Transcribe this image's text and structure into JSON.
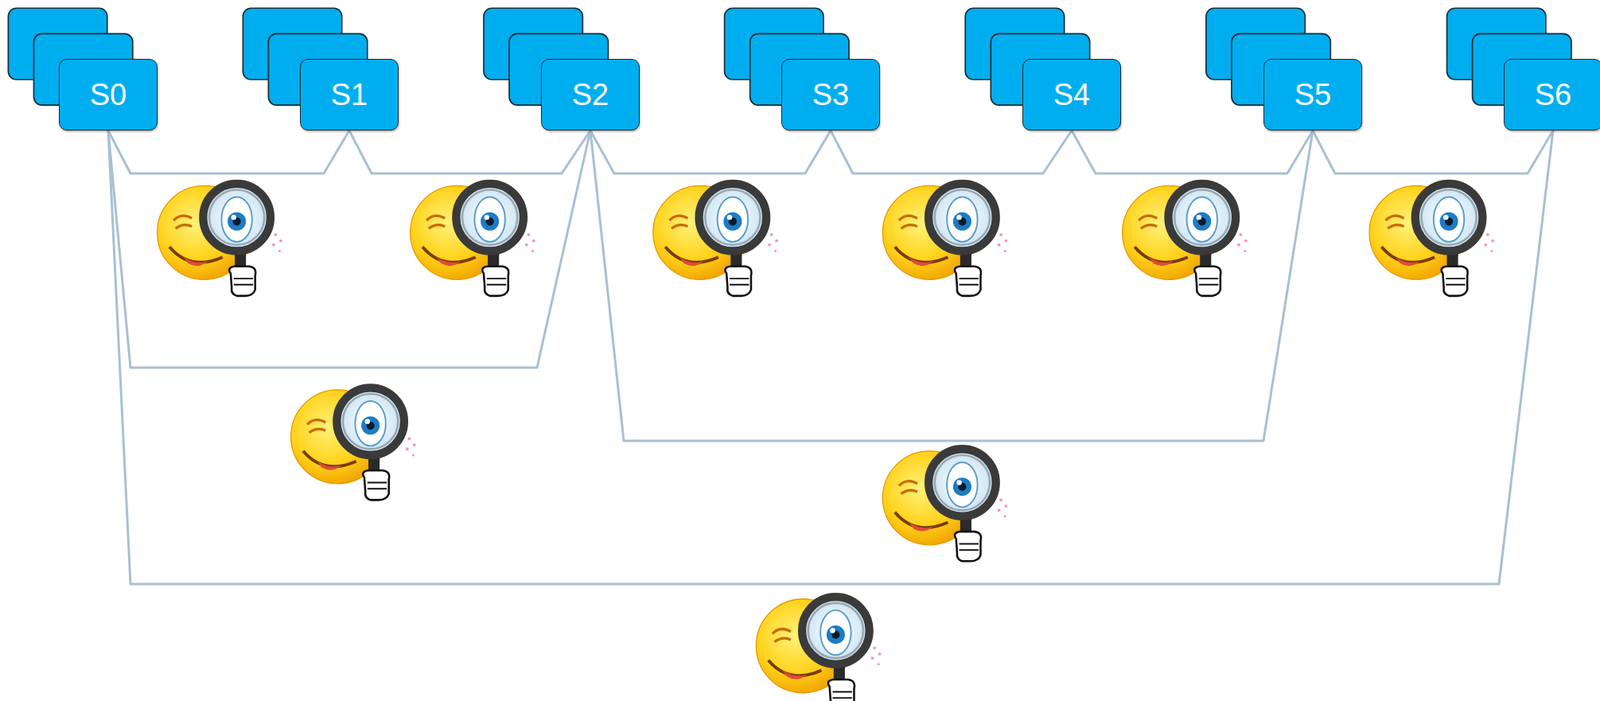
{
  "diagram": {
    "nodes": [
      {
        "text": [
          "S0"
        ]
      },
      {
        "text": [
          "S1"
        ]
      },
      {
        "text": [
          "S2"
        ]
      },
      {
        "text": [
          "S3"
        ]
      },
      {
        "text": [
          "S4"
        ]
      },
      {
        "text": [
          "S5"
        ]
      },
      {
        "text": [
          "S6"
        ]
      }
    ],
    "edges": [
      {
        "from": 0,
        "to": 1,
        "arrow": "none"
      },
      {
        "from": 1,
        "to": 2,
        "arrow": "none"
      },
      {
        "from": 2,
        "to": 3,
        "arrow": "none"
      },
      {
        "from": 3,
        "to": 4,
        "arrow": "none"
      },
      {
        "from": 4,
        "to": 5,
        "arrow": "none"
      },
      {
        "from": 5,
        "to": 6,
        "arrow": "none"
      },
      {
        "from": 0,
        "to": 2,
        "arrow": "none"
      },
      {
        "from": 2,
        "to": 5,
        "arrow": "none"
      },
      {
        "from": 0,
        "to": 6,
        "arrow": "none"
      }
    ]
  }
}
